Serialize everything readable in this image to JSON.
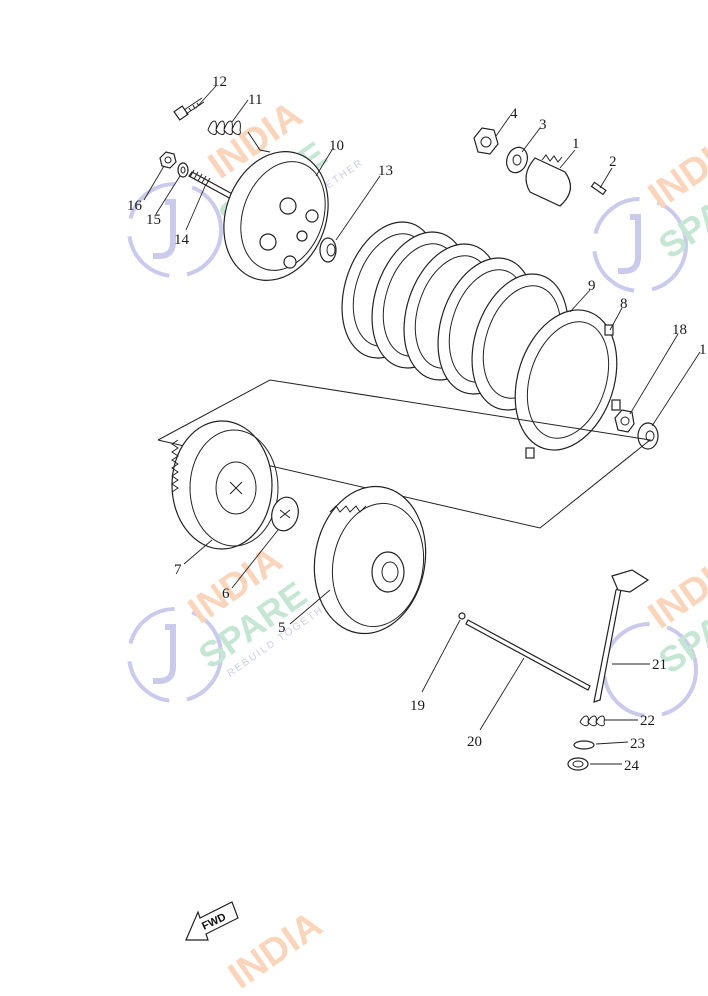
{
  "diagram": {
    "callouts": [
      "12",
      "11",
      "10",
      "13",
      "16",
      "15",
      "14",
      "4",
      "3",
      "1",
      "2",
      "9",
      "8",
      "18",
      "1",
      "7",
      "6",
      "5",
      "19",
      "20",
      "21",
      "22",
      "23",
      "24"
    ],
    "fwd_label": "FWD",
    "watermark": {
      "brand_top": "INDIA",
      "brand_bottom": "SPARE",
      "tagline": "REBUILD TOGETHER",
      "colors": {
        "orange": "#f4a46a",
        "green": "#7fcaa0",
        "purple": "#8b8bd6"
      }
    }
  }
}
